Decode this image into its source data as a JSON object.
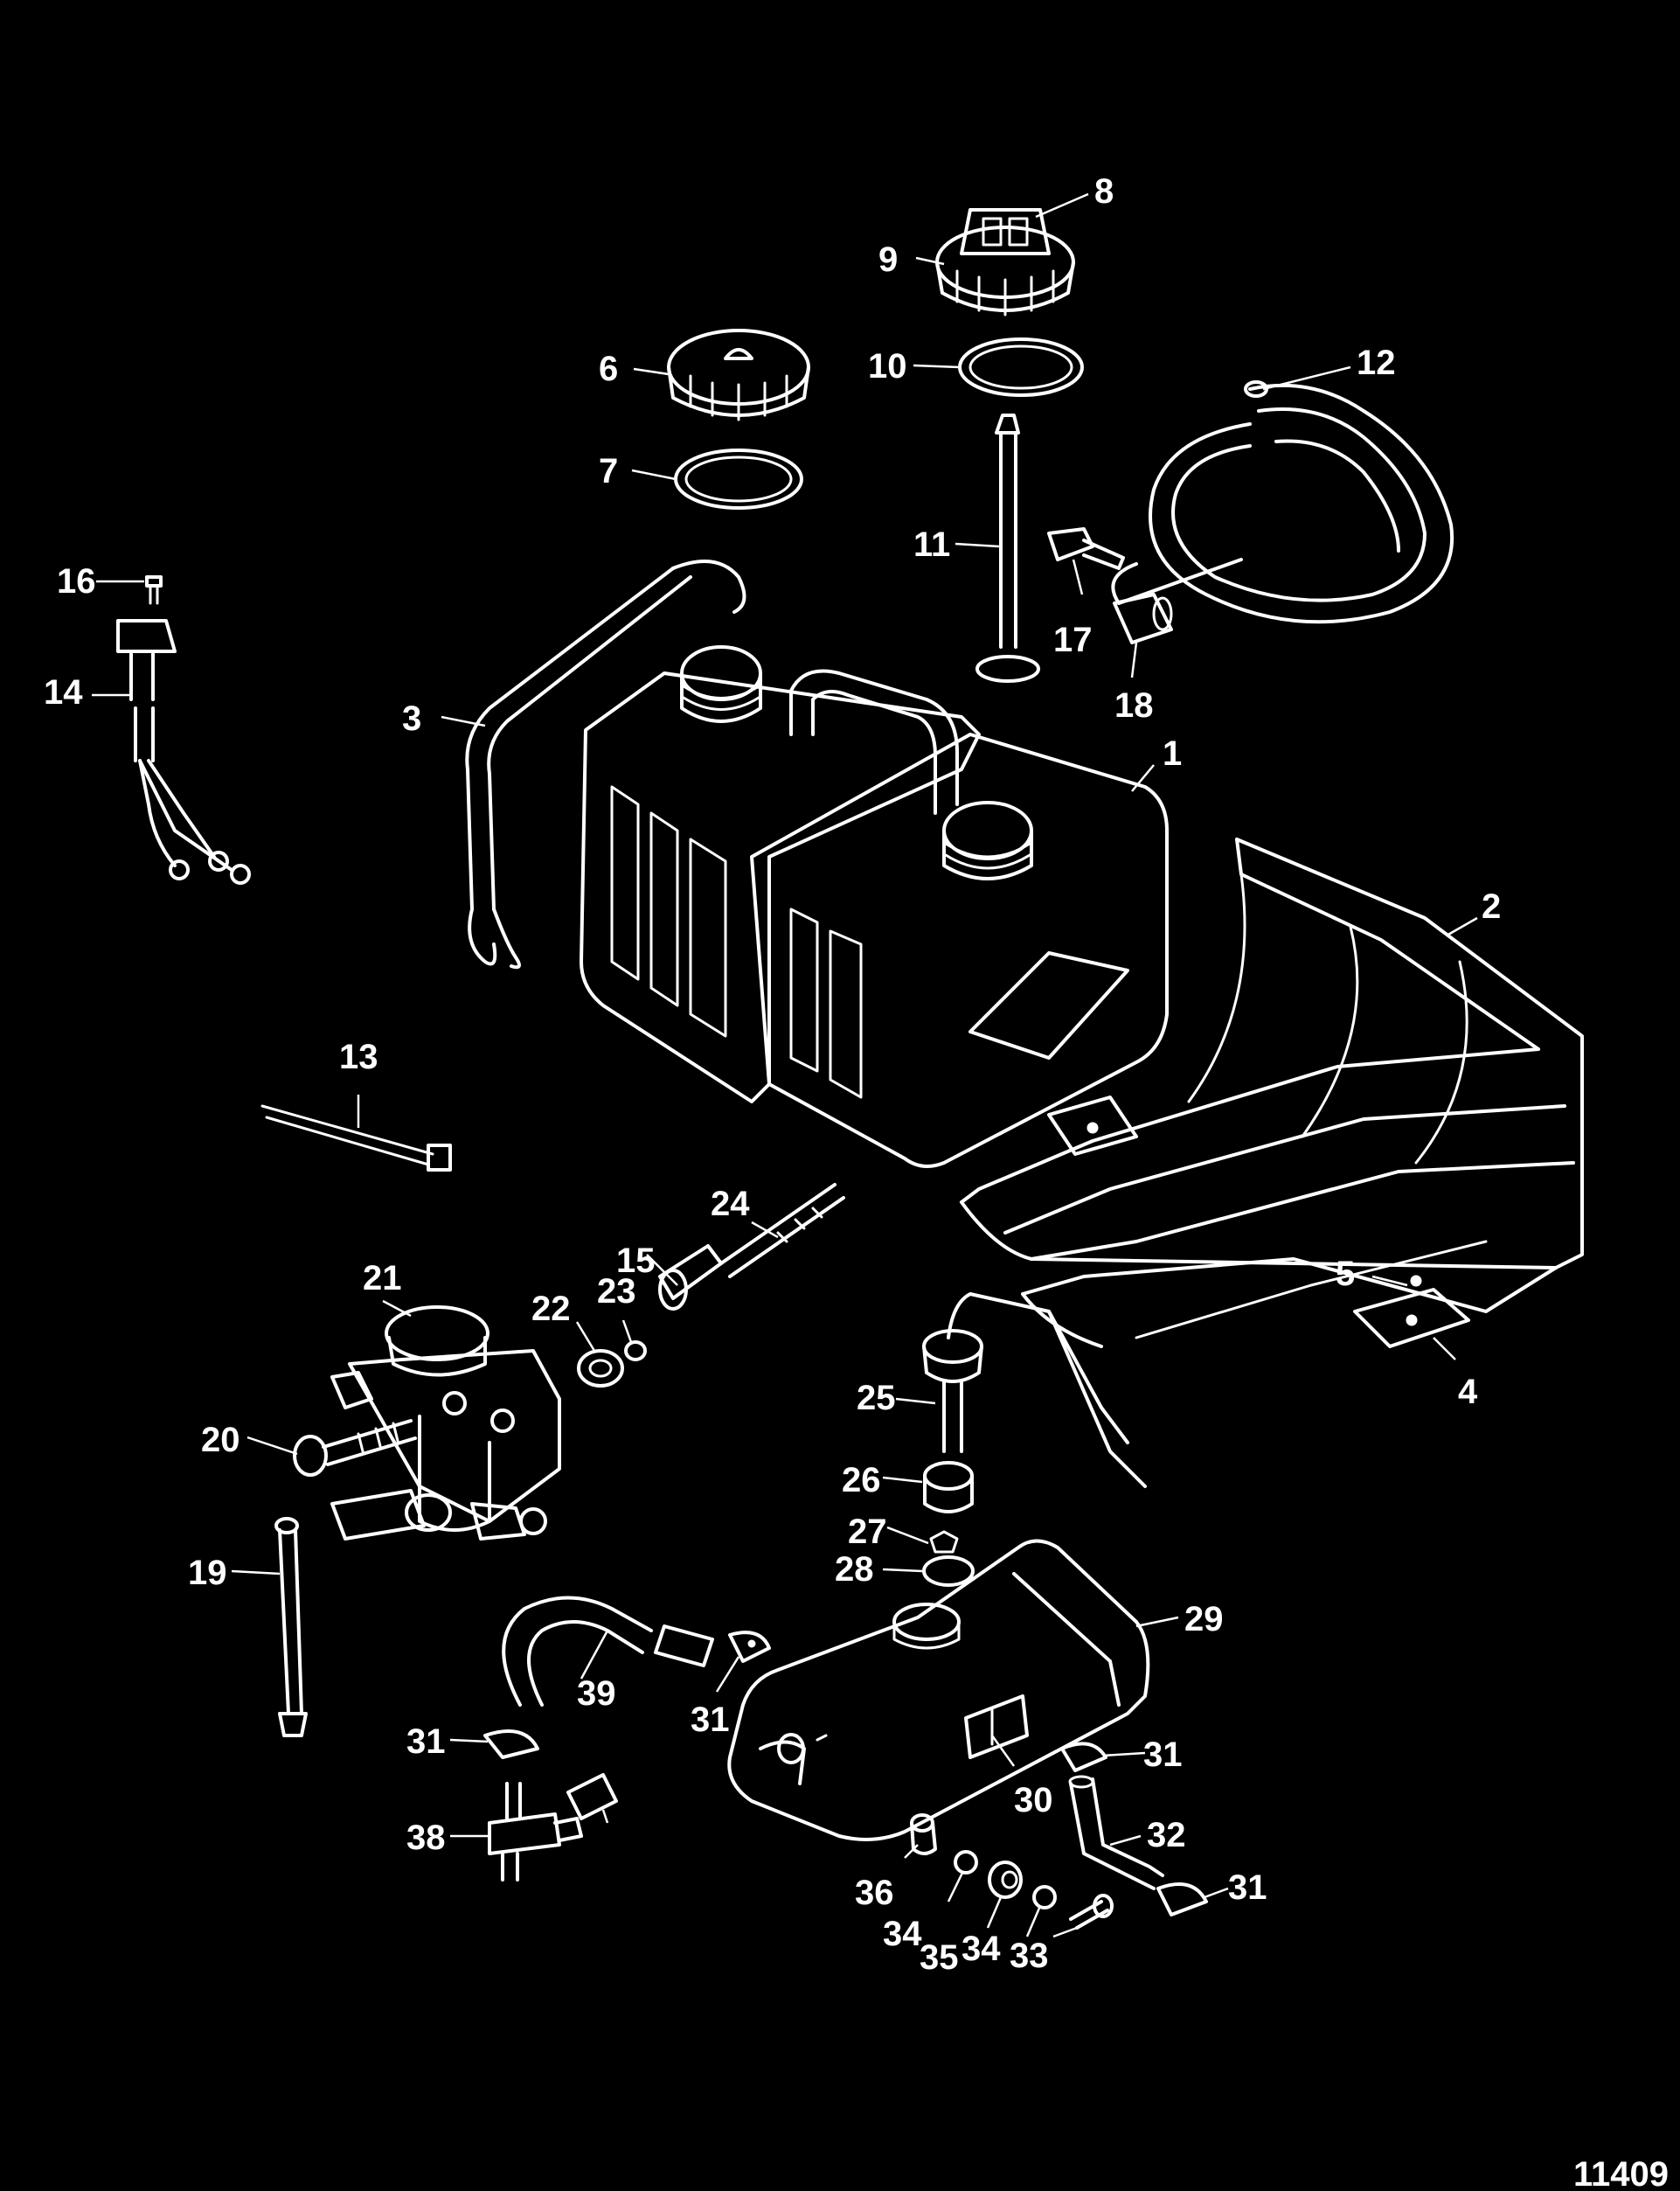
{
  "figure_id": "11409",
  "callouts": [
    {
      "id": "c1",
      "label": "1"
    },
    {
      "id": "c2",
      "label": "2"
    },
    {
      "id": "c3",
      "label": "3"
    },
    {
      "id": "c4",
      "label": "4"
    },
    {
      "id": "c5",
      "label": "5"
    },
    {
      "id": "c6",
      "label": "6"
    },
    {
      "id": "c7",
      "label": "7"
    },
    {
      "id": "c8",
      "label": "8"
    },
    {
      "id": "c9",
      "label": "9"
    },
    {
      "id": "c10",
      "label": "10"
    },
    {
      "id": "c11",
      "label": "11"
    },
    {
      "id": "c12",
      "label": "12"
    },
    {
      "id": "c13",
      "label": "13"
    },
    {
      "id": "c14",
      "label": "14"
    },
    {
      "id": "c15",
      "label": "15"
    },
    {
      "id": "c16",
      "label": "16"
    },
    {
      "id": "c17",
      "label": "17"
    },
    {
      "id": "c18",
      "label": "18"
    },
    {
      "id": "c19",
      "label": "19"
    },
    {
      "id": "c20",
      "label": "20"
    },
    {
      "id": "c21",
      "label": "21"
    },
    {
      "id": "c22",
      "label": "22"
    },
    {
      "id": "c23",
      "label": "23"
    },
    {
      "id": "c24",
      "label": "24"
    },
    {
      "id": "c25",
      "label": "25"
    },
    {
      "id": "c26",
      "label": "26"
    },
    {
      "id": "c27",
      "label": "27"
    },
    {
      "id": "c28",
      "label": "28"
    },
    {
      "id": "c29",
      "label": "29"
    },
    {
      "id": "c30",
      "label": "30"
    },
    {
      "id": "c31a",
      "label": "31"
    },
    {
      "id": "c31b",
      "label": "31"
    },
    {
      "id": "c31c",
      "label": "31"
    },
    {
      "id": "c31d",
      "label": "31"
    },
    {
      "id": "c32",
      "label": "32"
    },
    {
      "id": "c33",
      "label": "33"
    },
    {
      "id": "c34a",
      "label": "34"
    },
    {
      "id": "c34b",
      "label": "34"
    },
    {
      "id": "c35",
      "label": "35"
    },
    {
      "id": "c36",
      "label": "36"
    },
    {
      "id": "c38",
      "label": "38"
    },
    {
      "id": "c39",
      "label": "39"
    }
  ]
}
